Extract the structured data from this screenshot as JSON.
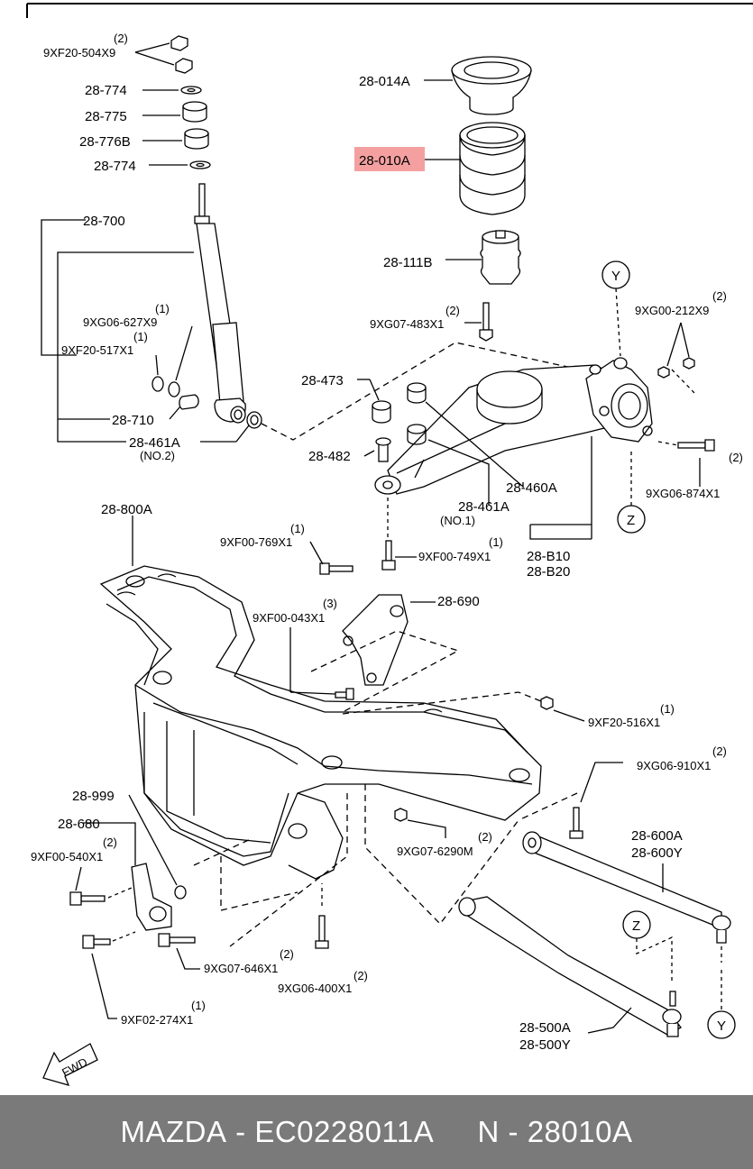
{
  "footer": {
    "brand": "MAZDA",
    "part_number": "EC0228011A",
    "ref_number": "N - 28010A"
  },
  "labels": {
    "p9xf20_504x9": "9XF20-504X9",
    "p9xf20_504x9_qty": "(2)",
    "p28_774a": "28-774",
    "p28_775": "28-775",
    "p28_776b": "28-776B",
    "p28_774b": "28-774",
    "p28_700": "28-700",
    "p9xg06_627x9": "9XG06-627X9",
    "p9xg06_627x9_qty": "(1)",
    "p9xf20_517x1": "9XF20-517X1",
    "p9xf20_517x1_qty": "(1)",
    "p28_710": "28-710",
    "p28_461a_no2": "28-461A",
    "p28_461a_no2_sub": "(NO.2)",
    "p28_014a": "28-014A",
    "p28_010a": "28-010A",
    "p28_111b": "28-111B",
    "p9xg07_483x1": "9XG07-483X1",
    "p9xg07_483x1_qty": "(2)",
    "callout_y": "Y",
    "p9xg00_212x9": "9XG00-212X9",
    "p9xg00_212x9_qty": "(2)",
    "p28_473": "28-473",
    "p28_482": "28-482",
    "p28_460a": "28-460A",
    "p28_461a_no1": "28-461A",
    "p28_461a_no1_sub": "(NO.1)",
    "p9xg06_874x1": "9XG06-874X1",
    "p9xg06_874x1_qty": "(2)",
    "callout_z": "Z",
    "p28_800a": "28-800A",
    "p9xf00_769x1": "9XF00-769X1",
    "p9xf00_769x1_qty": "(1)",
    "p9xf00_749x1": "9XF00-749X1",
    "p9xf00_749x1_qty": "(1)",
    "p28_b10": "28-B10",
    "p28_b20": "28-B20",
    "p28_690": "28-690",
    "p9xf00_043x1": "9XF00-043X1",
    "p9xf00_043x1_qty": "(3)",
    "p9xf20_516x1": "9XF20-516X1",
    "p9xf20_516x1_qty": "(1)",
    "p9xg06_910x1": "9XG06-910X1",
    "p9xg06_910x1_qty": "(2)",
    "p28_999": "28-999",
    "p28_680": "28-680",
    "p9xf00_540x1": "9XF00-540X1",
    "p9xf00_540x1_qty": "(2)",
    "p9xg07_6290m": "9XG07-6290M",
    "p9xg07_6290m_qty": "(2)",
    "p28_600a": "28-600A",
    "p28_600y": "28-600Y",
    "p9xg07_646x1": "9XG07-646X1",
    "p9xg07_646x1_qty": "(2)",
    "p9xg06_400x1": "9XG06-400X1",
    "p9xg06_400x1_qty": "(2)",
    "p9xf02_274x1": "9XF02-274X1",
    "p9xf02_274x1_qty": "(1)",
    "p28_500a": "28-500A",
    "p28_500y": "28-500Y",
    "fwd": "FWD"
  },
  "colors": {
    "highlight": "#f4a0a0",
    "footer_bg": "#7a7a7a",
    "footer_text": "#ffffff",
    "ink": "#000000"
  }
}
